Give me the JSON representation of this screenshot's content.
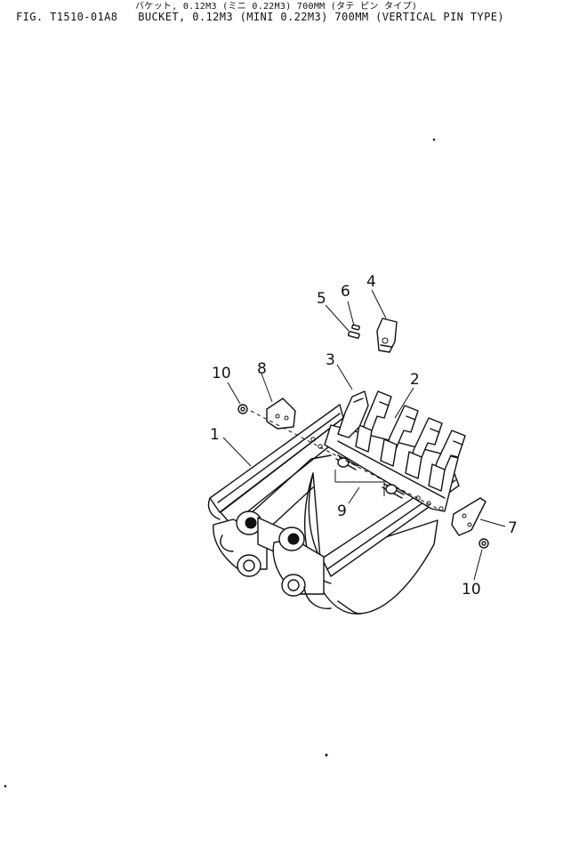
{
  "header": {
    "title_jp": "バケット, 0.12M3 (ミニ 0.22M3) 700MM (タテ ピン タイプ)",
    "title_fig": "FIG. T1510-01A8   BUCKET, 0.12M3 (MINI 0.22M3) 700MM (VERTICAL PIN TYPE)"
  },
  "callouts": {
    "c1": "1",
    "c2": "2",
    "c3": "3",
    "c4": "4",
    "c5": "5",
    "c6": "6",
    "c7": "7",
    "c8": "8",
    "c9": "9",
    "c10a": "10",
    "c10b": "10"
  },
  "colors": {
    "ink": "#111111",
    "paper": "#ffffff"
  }
}
